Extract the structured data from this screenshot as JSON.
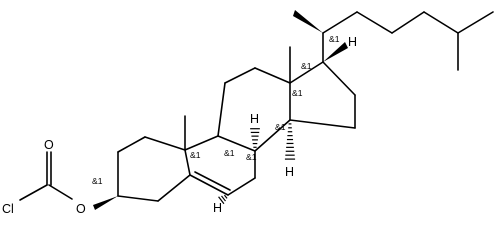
{
  "molecule": {
    "atoms": {
      "chlorine": "Cl",
      "carbonyl_oxygen": "O",
      "ester_oxygen": "O",
      "h_c8": "H",
      "h_c9": "H",
      "h_c14": "H",
      "h_c17": "H"
    },
    "stereo_label": "&1"
  }
}
